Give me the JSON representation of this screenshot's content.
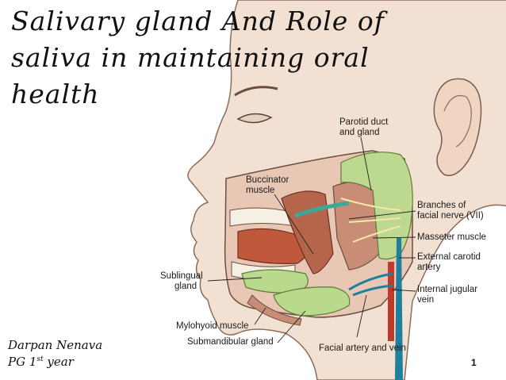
{
  "slide": {
    "title_lines": [
      "Salivary gland And Role of",
      "saliva in maintaining oral",
      "health"
    ],
    "author": {
      "name": "Darpan Nenava",
      "course_prefix": "PG 1",
      "course_sup": "st",
      "course_suffix": " year"
    },
    "page_number": "1"
  },
  "diagram_labels": {
    "parotid": [
      "Parotid duct",
      "and gland"
    ],
    "buccinator": [
      "Buccinator",
      "muscle"
    ],
    "facial_nerve": [
      "Branches of",
      "facial nerve (VII)"
    ],
    "masseter": "Masseter muscle",
    "carotid": [
      "External carotid",
      "artery"
    ],
    "jugular": [
      "Internal jugular",
      "vein"
    ],
    "sublingual": [
      "Sublingual",
      "gland"
    ],
    "mylohyoid": "Mylohyoid muscle",
    "submandibular": "Submandibular gland",
    "facial_artery": "Facial artery and vein"
  },
  "colors": {
    "skin": "#efd9c8",
    "skin_shadow": "#d9b8a0",
    "gland_green": "#b9d98c",
    "muscle_red": "#a8563c",
    "nerve_teal": "#3aa99a",
    "artery_blue": "#1f7f9c",
    "vein_red": "#c0392b"
  }
}
